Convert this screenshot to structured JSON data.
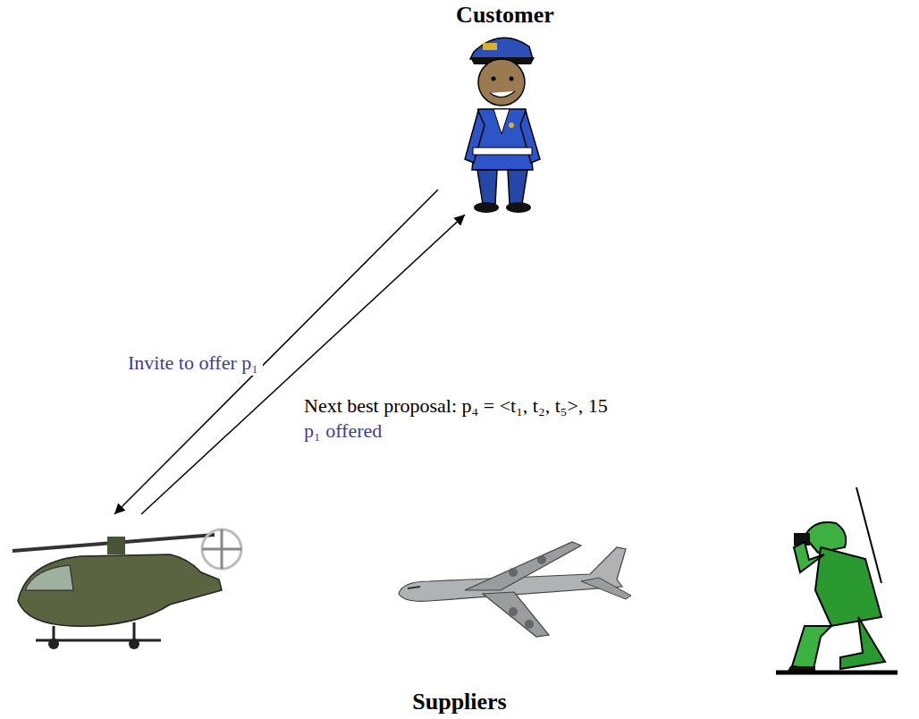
{
  "diagram": {
    "nodes": [
      {
        "text": [
          "Customer"
        ]
      },
      {
        "text": [
          "Suppliers"
        ]
      }
    ],
    "edges": [
      {
        "from": 0,
        "to": 1,
        "arrow": "to",
        "label": "Invite to offer p₁"
      },
      {
        "from": 1,
        "to": 0,
        "arrow": "to",
        "label": "Next best proposal: p₄ = <t₁, t₂, t₅>, 15"
      }
    ],
    "labels": [
      "p₁ offered"
    ]
  }
}
